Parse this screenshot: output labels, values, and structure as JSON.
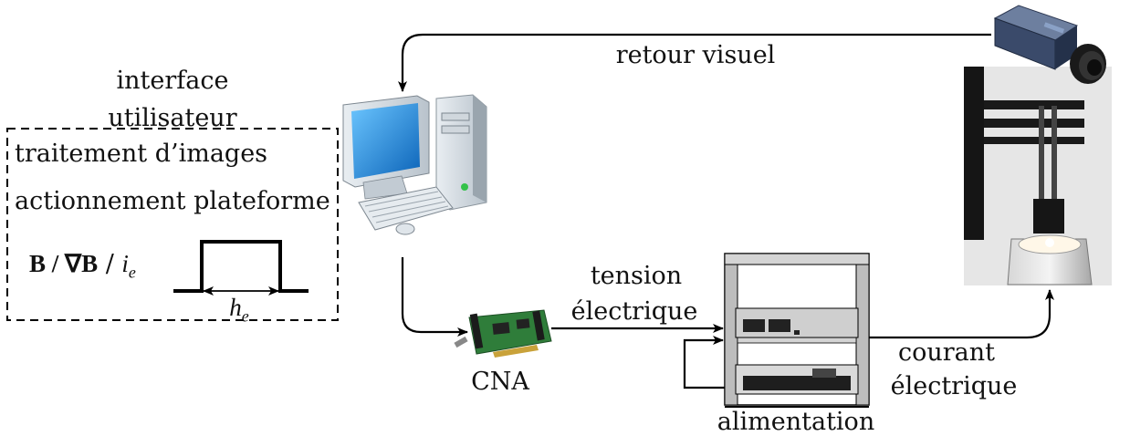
{
  "labels": {
    "interface_line1": "interface",
    "interface_line2": "utilisateur",
    "box_line1": "traitement d’images",
    "box_line2": "actionnement plateforme",
    "formula_B": "B",
    "formula_sep1": " / ∇",
    "formula_gradB": "B",
    "formula_sep2": " / ",
    "formula_i": "i",
    "formula_e": "e",
    "pulse_h": "h",
    "pulse_e": "e",
    "feedback": "retour visuel",
    "tension_line1": "tension",
    "tension_line2": "électrique",
    "cna": "CNA",
    "courant_line1": "courant",
    "courant_line2": "électrique",
    "alimentation": "alimentation"
  },
  "icons": {
    "computer": "desktop-computer-icon",
    "dac_card": "dac-pci-card-icon",
    "camera": "industrial-camera-icon",
    "power_supply": "power-supply-rack-icon",
    "platform": "magnetic-platform-photo"
  },
  "colors": {
    "line": "#000000",
    "monitor_screen": "#1e8fd8",
    "pcb": "#2f7d3a",
    "camera_body": "#3a4a6a"
  }
}
